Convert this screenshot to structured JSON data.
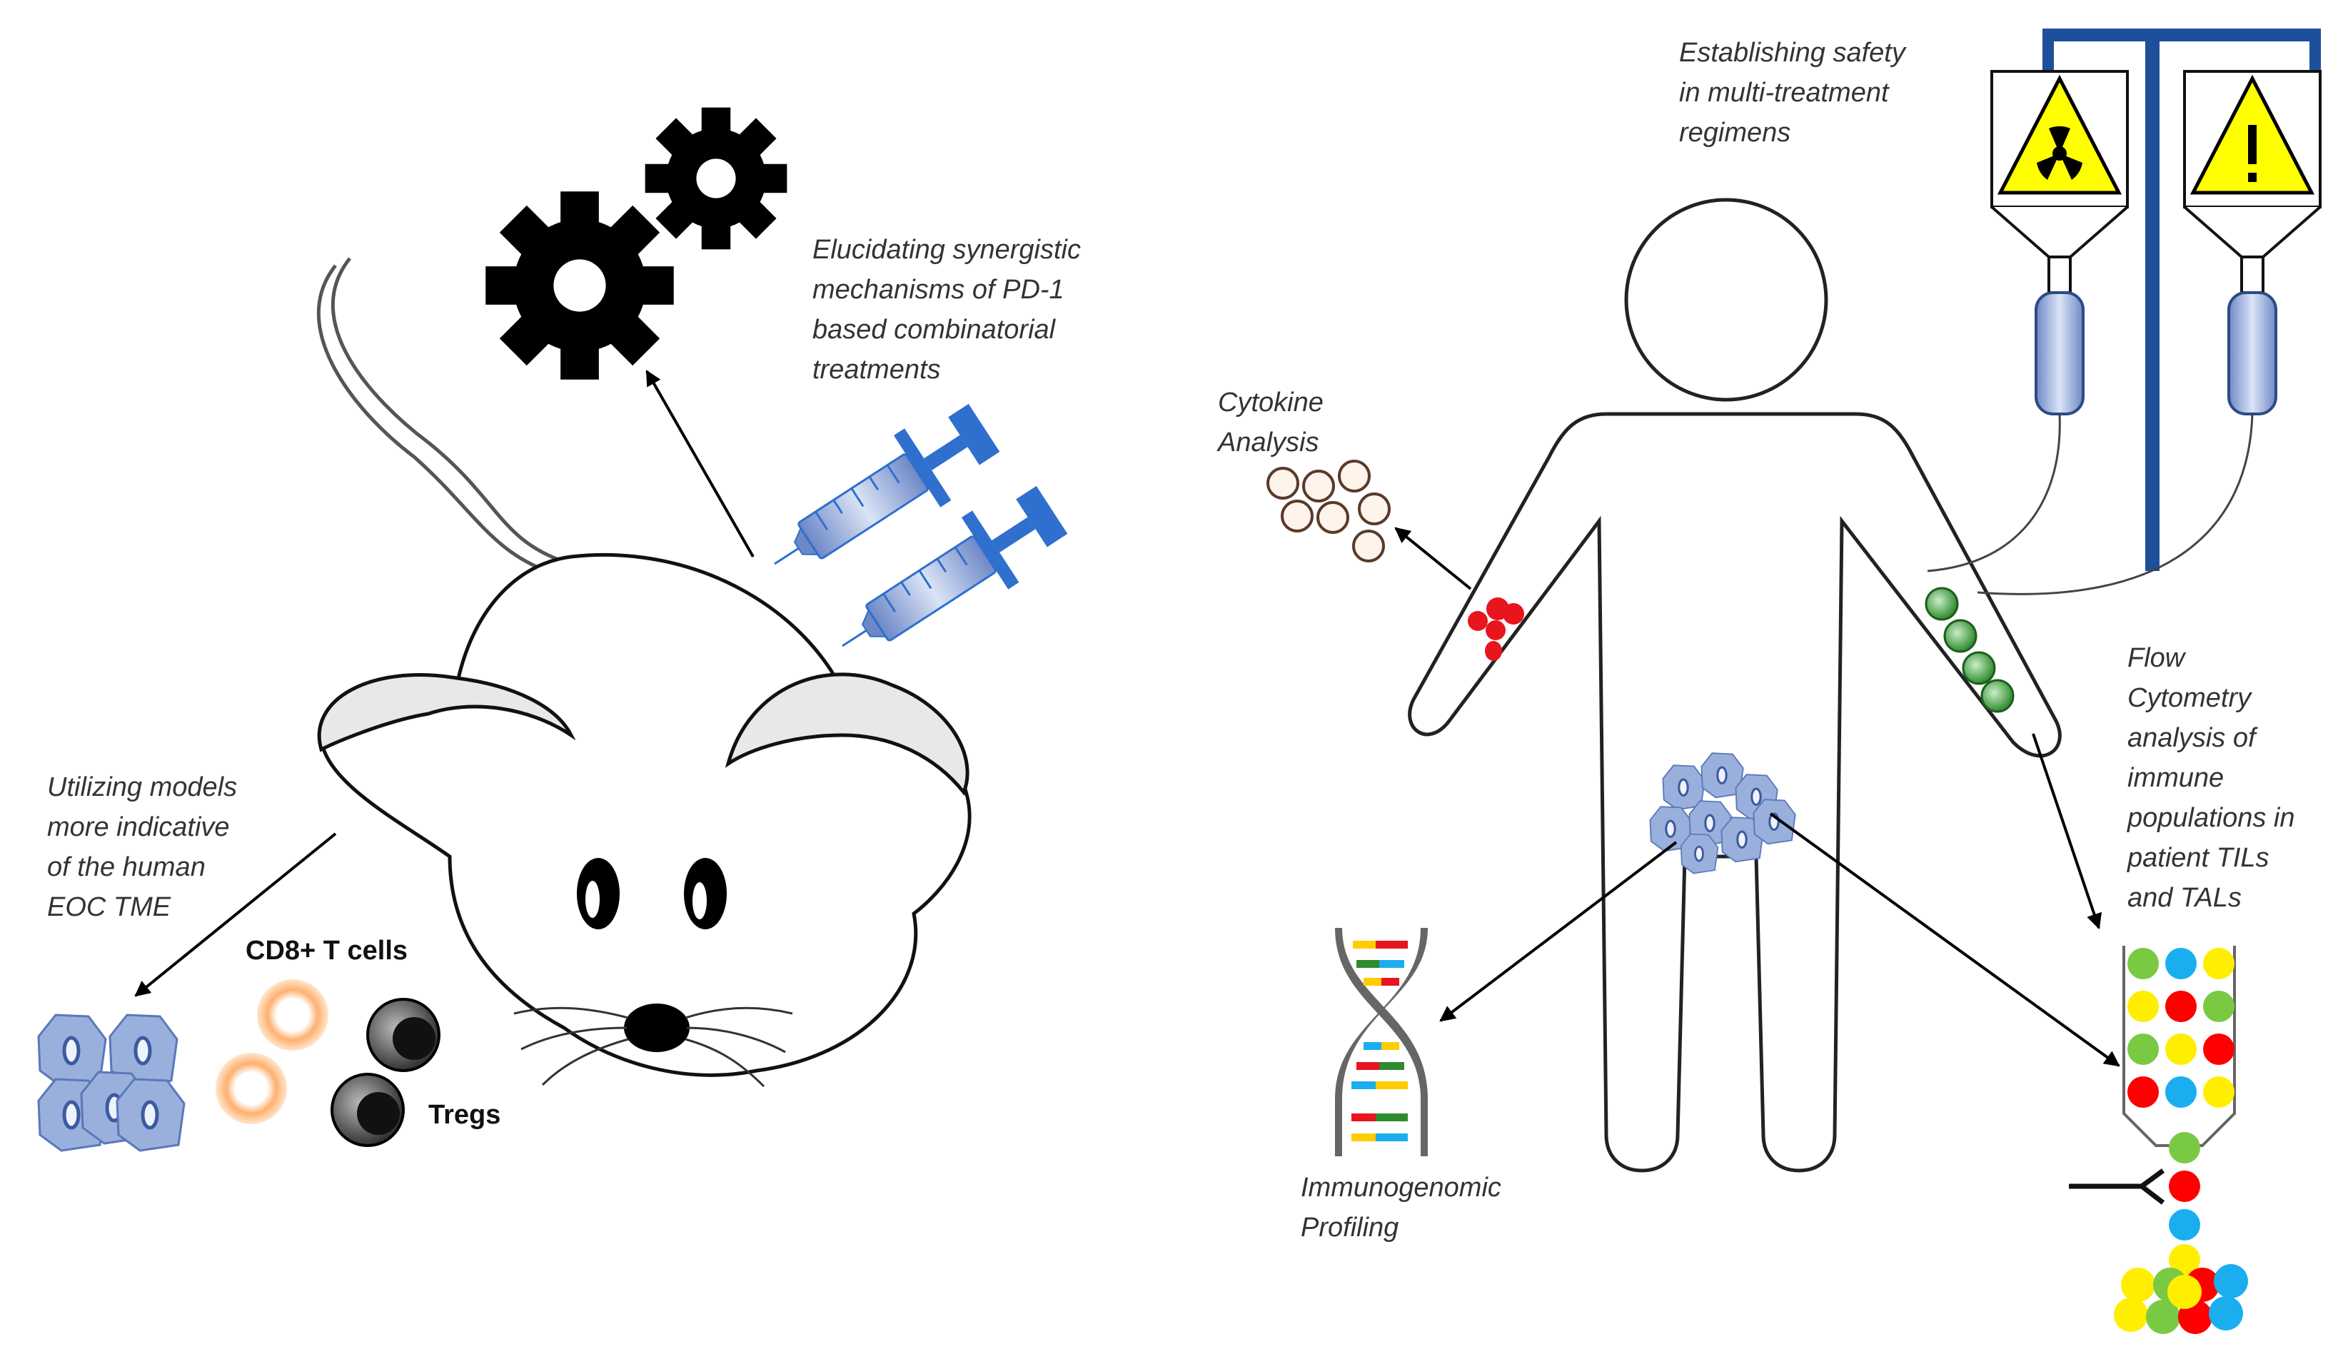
{
  "labels": {
    "synergy": "Elucidating synergistic\nmechanisms of PD-1\nbased combinatorial\ntreatments",
    "models": "Utilizing models\nmore indicative\nof  the human\nEOC TME",
    "cd8": "CD8+ T cells",
    "tregs": "Tregs",
    "safety": "Establishing safety\nin multi-treatment\nregimens",
    "cytokine": "Cytokine\nAnalysis",
    "immunogenomic": "Immunogenomic\nProfiling",
    "flow": "Flow\nCytometry\nanalysis of\nimmune\npopulations in\npatient TILs\nand TALs"
  },
  "icons": {
    "gears": "gear-icon",
    "syringes": "syringe-icon",
    "radiation": "radiation-hazard-icon",
    "warning": "warning-icon",
    "dna": "dna-icon"
  },
  "colors": {
    "syringe_blue": "#2f6fce",
    "iv_pole": "#1e4f9a",
    "hazard_yellow": "#ffff00",
    "red_cell": "#e8141e",
    "green_cell": "#3c9a3c",
    "flow_green": "#7ac943",
    "flow_blue": "#1aaeef",
    "flow_red": "#ff0000",
    "flow_yellow": "#ffee00",
    "tumor_cell": "#9ab0dc"
  }
}
